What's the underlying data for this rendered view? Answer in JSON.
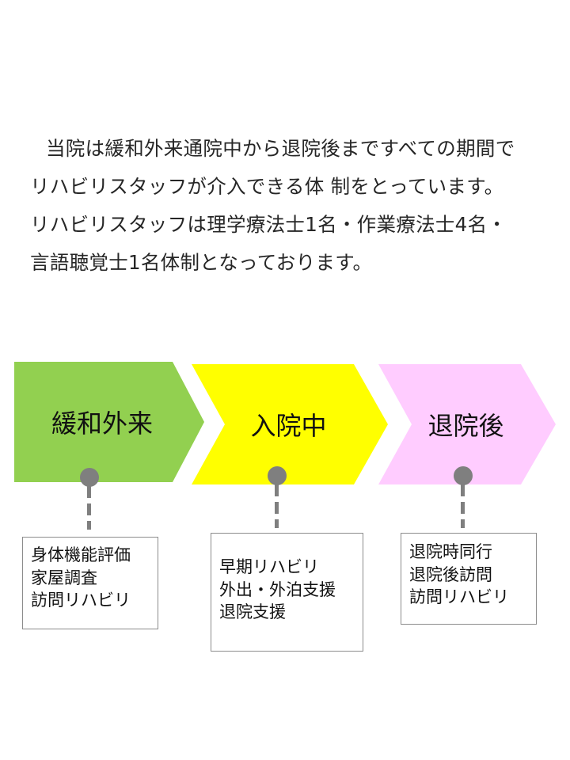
{
  "intro": {
    "lines": [
      "当院は緩和外来通院中から退院後まですべての期間で",
      "リハビリスタッフが介入できる体 制をとっています。",
      "リハビリスタッフは理学療法士1名・作業療法士4名・",
      "言語聴覚士1名体制となっております。"
    ]
  },
  "phases": [
    {
      "label": "緩和外来",
      "color": "#92d050",
      "details": [
        "身体機能評価",
        "家屋調査",
        "訪問リハビリ"
      ]
    },
    {
      "label": "入院中",
      "color": "#ffff00",
      "details": [
        "早期リハビリ",
        "外出・外泊支援",
        "退院支援"
      ]
    },
    {
      "label": "退院後",
      "color": "#ffccff",
      "details": [
        "退院時同行",
        "退院後訪問",
        "訪問リハビリ"
      ]
    }
  ],
  "colors": {
    "connector": "#7f7f7f",
    "box_border": "#8c8c8c"
  }
}
